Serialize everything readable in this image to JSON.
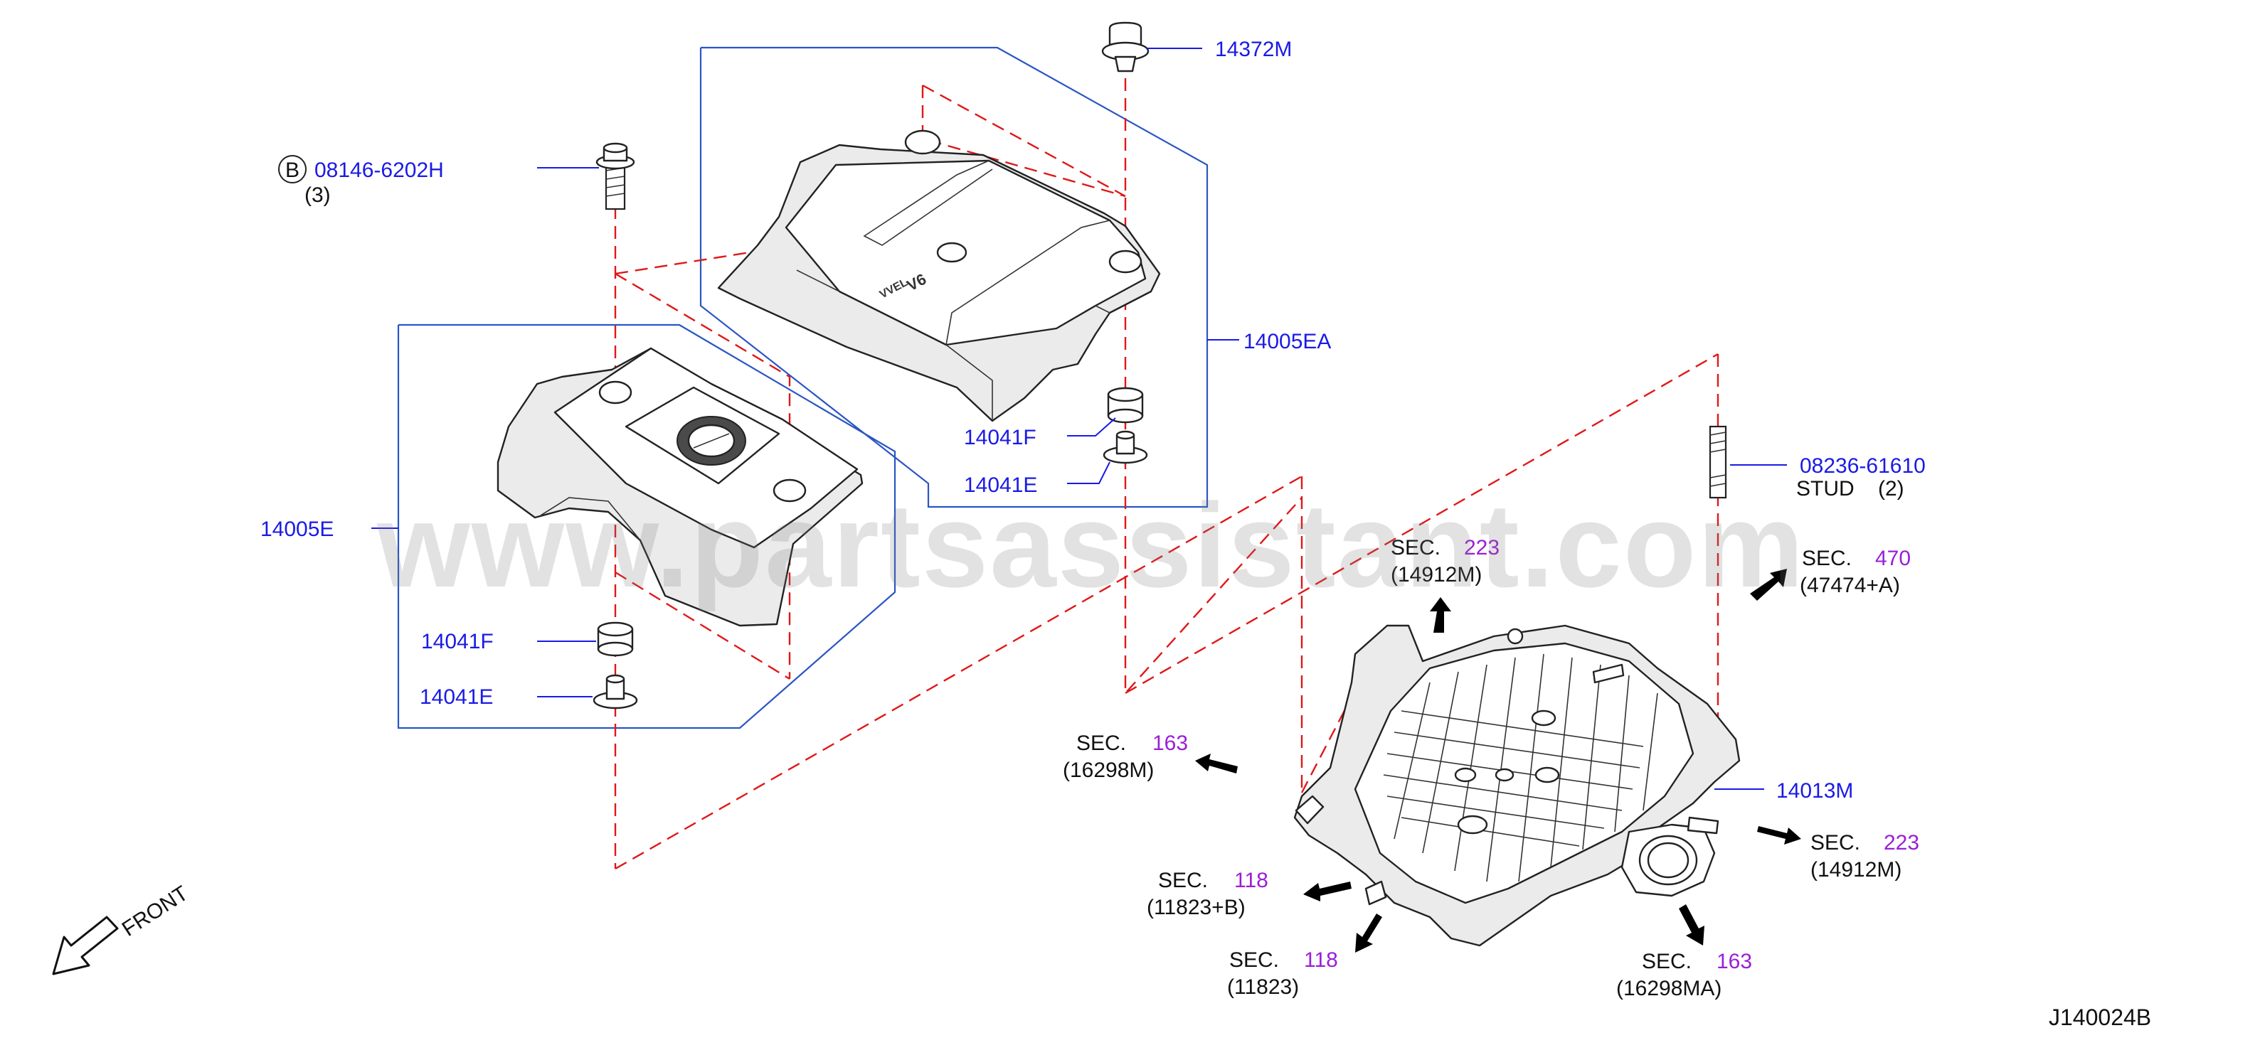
{
  "diagram_id": "J140024B",
  "watermark": "www.partsassistant.com",
  "front_label": "FRONT",
  "colors": {
    "part_number": "#1a1ae6",
    "section_number": "#9b1ed8",
    "dashed_line": "#e01818",
    "group_box": "#2a55c4"
  },
  "parts": {
    "bolt": {
      "marker": "B",
      "number": "08146-6202H",
      "qty": "(3)"
    },
    "clip_top": {
      "number": "14372M"
    },
    "cover_upper": {
      "number": "14005EA"
    },
    "cover_lower": {
      "number": "14005E"
    },
    "grommet_upper_f": {
      "number": "14041F"
    },
    "grommet_upper_e": {
      "number": "14041E"
    },
    "grommet_lower_f": {
      "number": "14041F"
    },
    "grommet_lower_e": {
      "number": "14041E"
    },
    "stud": {
      "number": "08236-61610",
      "name": "STUD",
      "qty": "(2)"
    },
    "collector": {
      "number": "14013M"
    }
  },
  "sections": [
    {
      "prefix": "SEC.",
      "number": "223",
      "ref": "(14912M)"
    },
    {
      "prefix": "SEC.",
      "number": "470",
      "ref": "(47474+A)"
    },
    {
      "prefix": "SEC.",
      "number": "163",
      "ref": "(16298M)"
    },
    {
      "prefix": "SEC.",
      "number": "223",
      "ref": "(14912M)"
    },
    {
      "prefix": "SEC.",
      "number": "118",
      "ref": "(11823+B)"
    },
    {
      "prefix": "SEC.",
      "number": "118",
      "ref": "(11823)"
    },
    {
      "prefix": "SEC.",
      "number": "163",
      "ref": "(16298MA)"
    }
  ]
}
